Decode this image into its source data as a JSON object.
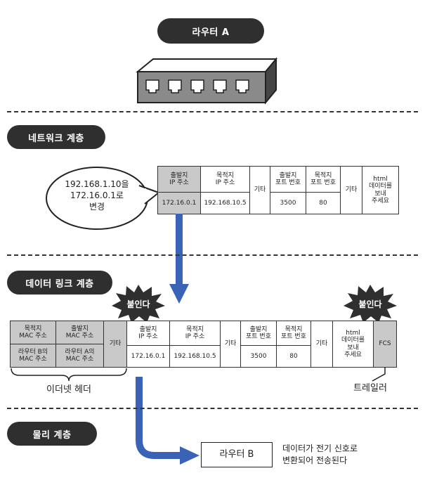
{
  "router_a": {
    "label": "라우터 A"
  },
  "sections": {
    "network": "네트워크 계층",
    "datalink": "데이터 링크 계층",
    "physical": "물리 계층"
  },
  "speech": {
    "text": "192.168.1.10을\n172.16.0.1로\n변경"
  },
  "ip_packet": {
    "src_ip": {
      "header": "출발지\nIP 주소",
      "value": "172.16.0.1"
    },
    "dst_ip": {
      "header": "목적지\nIP 주소",
      "value": "192.168.10.5"
    },
    "etc1": "기타",
    "src_port": {
      "header": "출발지\n포트 번호",
      "value": "3500"
    },
    "dst_port": {
      "header": "목적지\n포트 번호",
      "value": "80"
    },
    "etc2": "기타",
    "data": "html\n데이터를\n보내\n주세요"
  },
  "frame": {
    "dst_mac": {
      "header": "목적지\nMAC 주소",
      "value": "라우터 B의\nMAC 주소"
    },
    "src_mac": {
      "header": "출발지\nMAC 주소",
      "value": "라우터 A의\nMAC 주소"
    },
    "etc0": "기타",
    "src_ip": {
      "header": "출발지\nIP 주소",
      "value": "172.16.0.1"
    },
    "dst_ip": {
      "header": "목적지\nIP 주소",
      "value": "192.168.10.5"
    },
    "etc1": "기타",
    "src_port": {
      "header": "출발지\n포트 번호",
      "value": "3500"
    },
    "dst_port": {
      "header": "목적지\n포트 번호",
      "value": "80"
    },
    "etc2": "기타",
    "data": "html\n데이터를\n보내\n주세요",
    "fcs": "FCS"
  },
  "burst_left": "붙인다",
  "burst_right": "붙인다",
  "ethernet_header": "이더넷 헤더",
  "trailer": "트레일러",
  "router_b": "라우터 B",
  "physical_note": "데이터가 전기 신호로\n변환되어 전송된다",
  "colors": {
    "accent": "#3a63b8",
    "pill": "#2f2f2f",
    "gray_cell": "#c9c9c9"
  }
}
